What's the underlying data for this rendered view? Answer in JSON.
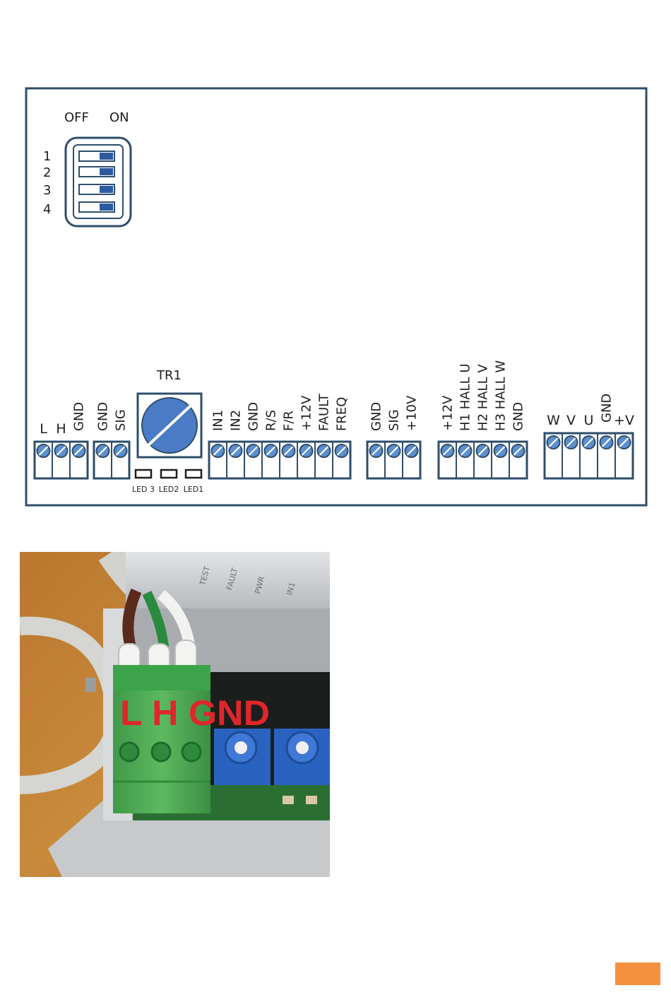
{
  "colors": {
    "board_border": "#2e4e6a",
    "terminal_stroke": "#2e4e6a",
    "screw_fill": "#5b8fd1",
    "dip_on": "#2c5aa0",
    "trimmer_fill": "#4a7bc4",
    "photo_label": "#e0262b",
    "page_tab": "#f4903e"
  },
  "dip_switch": {
    "off_label": "OFF",
    "on_label": "ON",
    "positions": [
      "1",
      "2",
      "3",
      "4"
    ]
  },
  "trimmer": {
    "label": "TR1"
  },
  "leds": [
    "LED 3",
    "LED2",
    "LED1"
  ],
  "connectors": {
    "can_bus": [
      "L",
      "H",
      "GND"
    ],
    "signal_in": [
      "GND",
      "SIG"
    ],
    "control": [
      "IN1",
      "IN2",
      "GND",
      "R/S",
      "F/R",
      "+12V",
      "FAULT",
      "FREQ"
    ],
    "analog": [
      "GND",
      "SIG",
      "+10V"
    ],
    "hall": [
      "+12V",
      "H1 HALL U",
      "H2 HALL V",
      "H3 HALL W",
      "GND"
    ],
    "motor_power": [
      "W",
      "V",
      "U",
      "GND",
      "+V"
    ]
  },
  "photo": {
    "overlay_label": "L H GND",
    "board_print": [
      "TEST",
      "FAULT",
      "PWR",
      "IN1"
    ]
  }
}
